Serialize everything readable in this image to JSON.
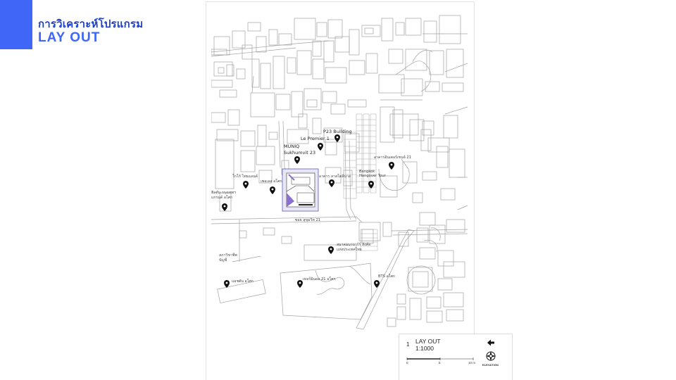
{
  "header": {
    "title_thai": "การวิเคราะห์โปรแกรม",
    "title_en": "LAY OUT"
  },
  "colors": {
    "accent": "#3f66f6",
    "accent_dark": "#1f3fc4",
    "site_fill": "#8a6fd1",
    "line": "#9a9a9a"
  },
  "map": {
    "places": [
      {
        "label": "P23 Building",
        "icon": "map-pin-icon"
      },
      {
        "label": "Le Premier 1",
        "icon": "map-pin-icon"
      },
      {
        "label": "MUNIQ\nSukhumvit 23",
        "icon": "map-pin-icon"
      },
      {
        "label": "อาคารอินเตอร์เชนจ์ 21",
        "icon": "map-pin-icon"
      },
      {
        "label": "Bangkok\nHangover Tour",
        "icon": "map-pin-icon"
      },
      {
        "label": "อาคาร ลาสโตลินาส",
        "icon": "map-pin-icon"
      },
      {
        "label": "โกโก้ ไทยแลนด์",
        "icon": "map-pin-icon"
      },
      {
        "label": "เซอเลส อโศก",
        "icon": "map-pin-icon"
      },
      {
        "label": "ฮิลตัน กรุงเทพฯ\nแกรนด์ อโศก",
        "icon": "map-pin-icon"
      },
      {
        "label": "สมาคมบาบาร์ร์ สังคัด\nแห่งประเทศไทย",
        "icon": "map-pin-icon"
      },
      {
        "label": "สภาวิชาชีพ\nบัญชี",
        "icon": ""
      },
      {
        "label": "แอชตัน อโศก",
        "icon": "map-pin-icon"
      },
      {
        "label": "เทอร์มินอล 21 อโศก",
        "icon": "map-pin-icon"
      },
      {
        "label": "BTS อโศก",
        "icon": "map-pin-icon"
      }
    ],
    "street_label": "ซอย สุขุมวิท 21"
  },
  "legend": {
    "number": "1",
    "title": "LAY OUT",
    "scale": "1:1000",
    "ticks": [
      "0",
      "5",
      "10 m"
    ],
    "elevation_label": "ELEVATION",
    "arrow_icon": "arrow-left-icon",
    "compass_icon": "compass-icon"
  }
}
